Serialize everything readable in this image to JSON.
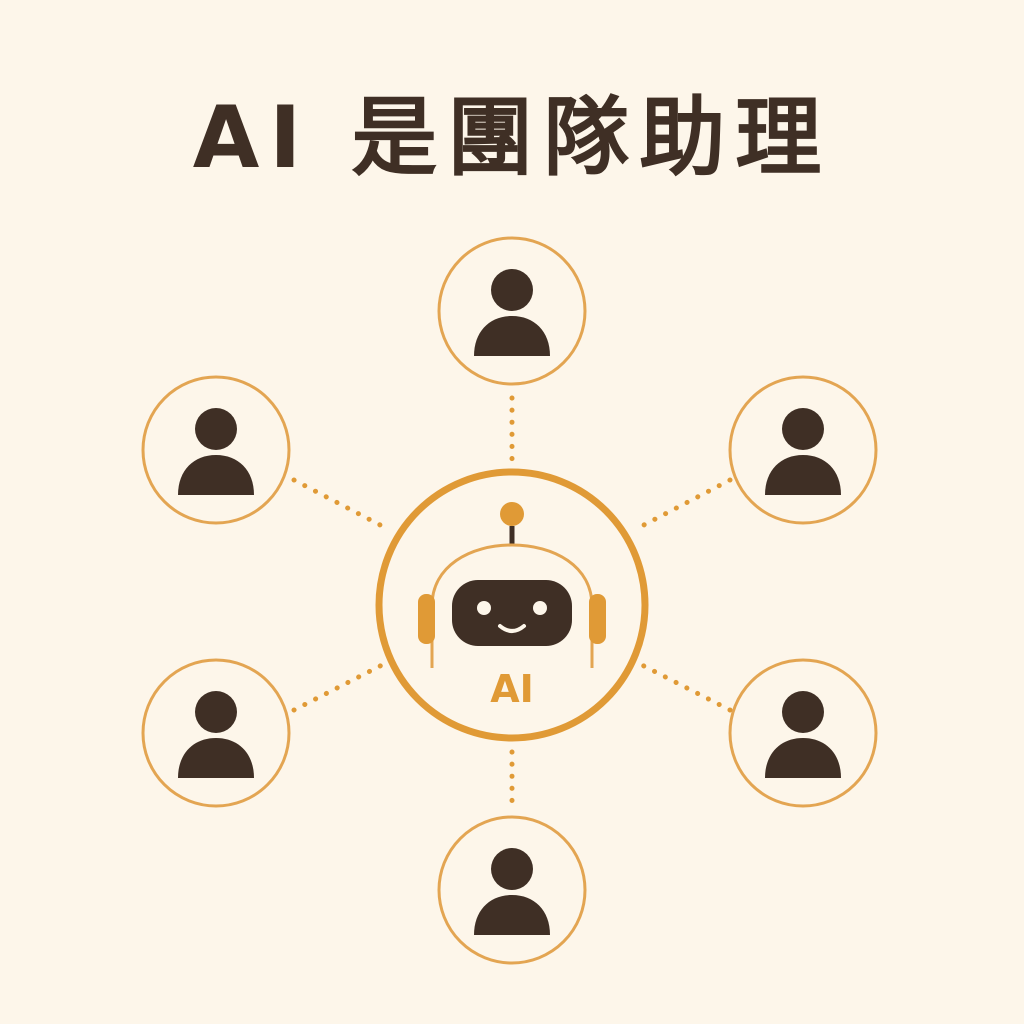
{
  "title": "AI 是團隊助理",
  "hub": {
    "label": "AI",
    "icon": "robot-icon"
  },
  "members": [
    {
      "icon": "person-icon",
      "position": "top"
    },
    {
      "icon": "person-icon",
      "position": "upper-right"
    },
    {
      "icon": "person-icon",
      "position": "lower-right"
    },
    {
      "icon": "person-icon",
      "position": "bottom"
    },
    {
      "icon": "person-icon",
      "position": "lower-left"
    },
    {
      "icon": "person-icon",
      "position": "upper-left"
    }
  ],
  "connector_style": "dotted",
  "colors": {
    "background": "#fdf6ea",
    "accent": "#e09a36",
    "ring_light": "#e3a552",
    "dark": "#3f2f25"
  }
}
